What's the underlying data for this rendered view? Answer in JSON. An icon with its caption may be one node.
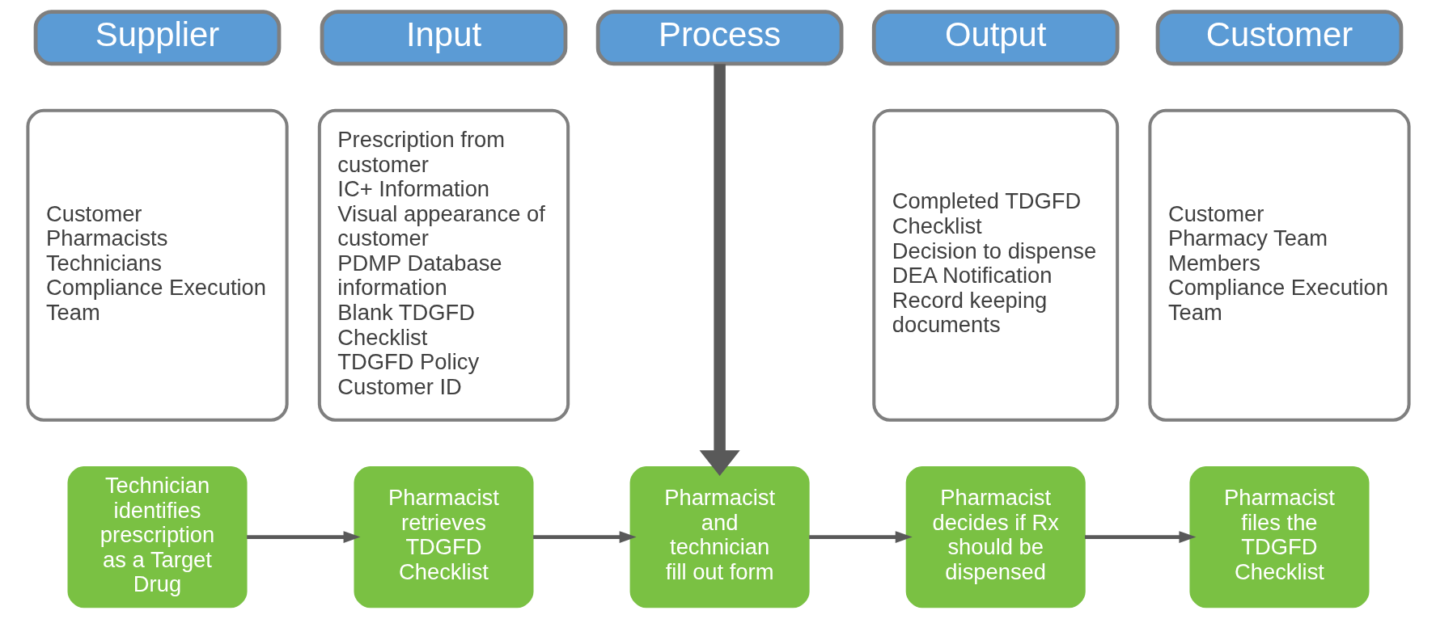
{
  "diagram": {
    "nodes": [
      {
        "text": [
          "Supplier"
        ]
      },
      {
        "text": [
          "Input"
        ]
      },
      {
        "text": [
          "Process"
        ]
      },
      {
        "text": [
          "Output"
        ]
      },
      {
        "text": [
          "Customer"
        ]
      },
      {
        "text": [
          "Customer",
          "Pharmacists",
          "Technicians",
          "Compliance Execution Team"
        ]
      },
      {
        "text": [
          "Prescription from customer",
          "IC+ Information",
          "Visual appearance of customer",
          "PDMP Database information",
          "Blank TDGFD Checklist",
          "TDGFD Policy",
          "Customer ID"
        ]
      },
      {
        "text": [
          "Completed TDGFD Checklist",
          "Decision to dispense",
          "DEA Notification",
          "Record keeping documents"
        ]
      },
      {
        "text": [
          "Customer",
          "Pharmacy Team Members",
          "Compliance Execution Team"
        ]
      },
      {
        "text": [
          "Technician identifies prescription as a Target Drug"
        ]
      },
      {
        "text": [
          "Pharmacist retrieves TDGFD Checklist"
        ]
      },
      {
        "text": [
          "Pharmacist and technician fill out form"
        ]
      },
      {
        "text": [
          "Pharmacist decides if Rx should be dispensed"
        ]
      },
      {
        "text": [
          "Pharmacist files the TDGFD Checklist"
        ]
      }
    ],
    "edges": [
      {
        "from": 2,
        "to": 11,
        "arrow": "to",
        "style": "thick"
      },
      {
        "from": 9,
        "to": 10,
        "arrow": "to"
      },
      {
        "from": 10,
        "to": 11,
        "arrow": "to"
      },
      {
        "from": 11,
        "to": 12,
        "arrow": "to"
      },
      {
        "from": 12,
        "to": 13,
        "arrow": "to"
      }
    ]
  }
}
